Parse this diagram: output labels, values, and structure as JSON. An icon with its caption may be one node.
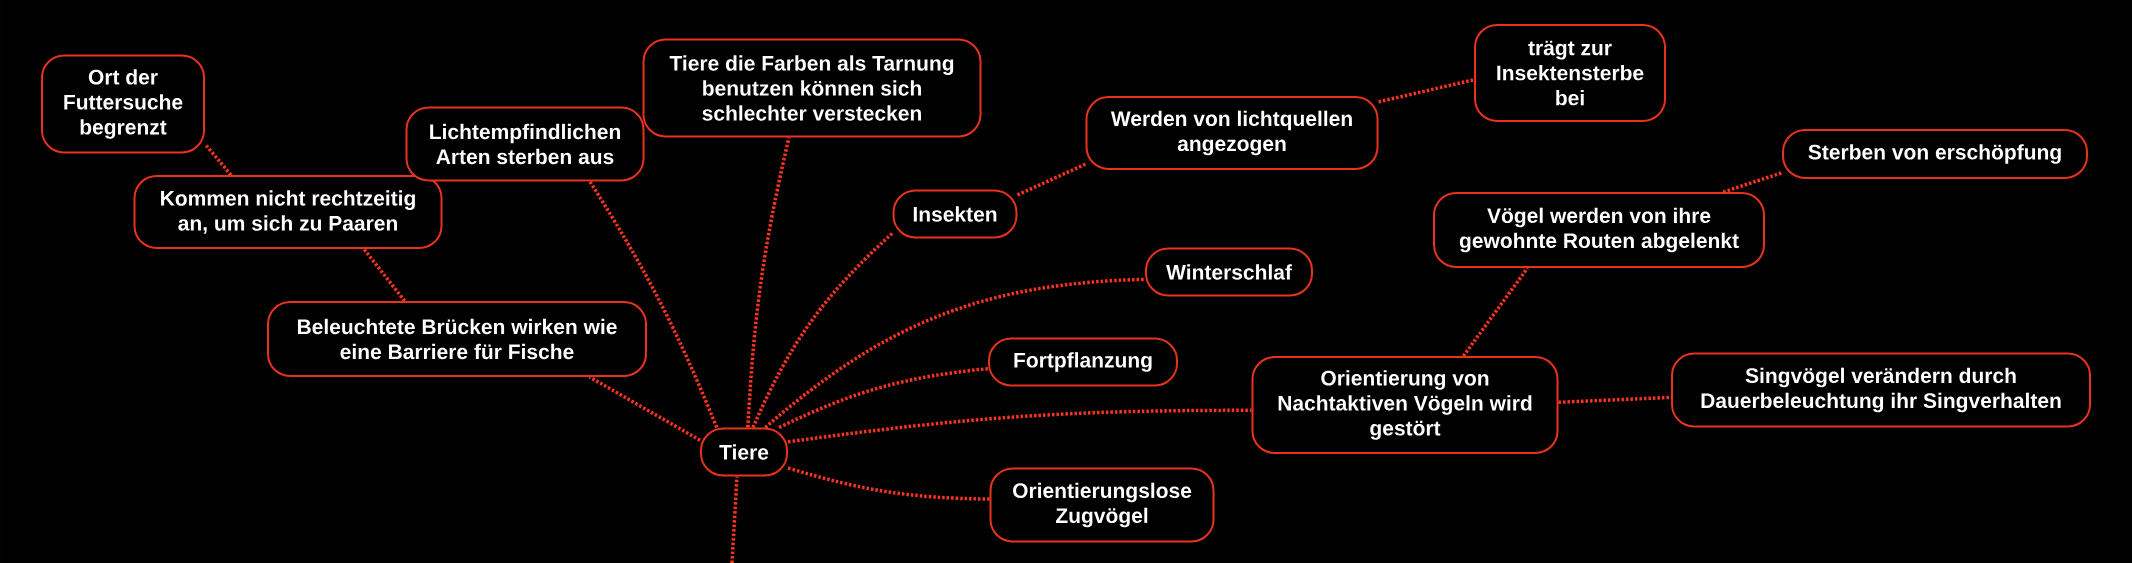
{
  "diagram": {
    "nodes": [
      {
        "text": [
          "Ort der Futtersuche begrenzt"
        ]
      },
      {
        "text": [
          "Kommen nicht rechtzeitig an, um sich zu Paaren"
        ]
      },
      {
        "text": [
          "Lichtempfindlichen Arten sterben aus"
        ]
      },
      {
        "text": [
          "Beleuchtete Brücken wirken wie eine Barriere für Fische"
        ]
      },
      {
        "text": [
          "Tiere die Farben als Tarnung benutzen können sich schlechter verstecken"
        ]
      },
      {
        "text": [
          "Tiere"
        ]
      },
      {
        "text": [
          "Insekten"
        ]
      },
      {
        "text": [
          "Werden von lichtquellen angezogen"
        ]
      },
      {
        "text": [
          "Winterschlaf"
        ]
      },
      {
        "text": [
          "Fortpflanzung"
        ]
      },
      {
        "text": [
          "Orientierungslose Zugvögel"
        ]
      },
      {
        "text": [
          "trägt zur Insektensterbe bei"
        ]
      },
      {
        "text": [
          "Vögel werden von ihre gewohnte Routen abgelenkt"
        ]
      },
      {
        "text": [
          "Orientierung von Nachtaktiven Vögeln wird gestört"
        ]
      },
      {
        "text": [
          "Sterben von erschöpfung"
        ]
      },
      {
        "text": [
          "Singvögel verändern durch Dauerbeleuchtung ihr Singverhalten"
        ]
      }
    ],
    "edges": [
      {
        "from": null,
        "to": 5,
        "arrow": "none"
      },
      {
        "from": 5,
        "to": 3,
        "arrow": "none"
      },
      {
        "from": 3,
        "to": 1,
        "arrow": "none"
      },
      {
        "from": 1,
        "to": 0,
        "arrow": "none"
      },
      {
        "from": 5,
        "to": 2,
        "arrow": "none"
      },
      {
        "from": 5,
        "to": 4,
        "arrow": "none"
      },
      {
        "from": 5,
        "to": 6,
        "arrow": "none"
      },
      {
        "from": 6,
        "to": 7,
        "arrow": "none"
      },
      {
        "from": 7,
        "to": 11,
        "arrow": "none"
      },
      {
        "from": 5,
        "to": 8,
        "arrow": "none"
      },
      {
        "from": 5,
        "to": 9,
        "arrow": "none"
      },
      {
        "from": 5,
        "to": 13,
        "arrow": "none"
      },
      {
        "from": 13,
        "to": 12,
        "arrow": "none"
      },
      {
        "from": 12,
        "to": 14,
        "arrow": "none"
      },
      {
        "from": 13,
        "to": 15,
        "arrow": "none"
      },
      {
        "from": 5,
        "to": 10,
        "arrow": "none"
      }
    ]
  }
}
